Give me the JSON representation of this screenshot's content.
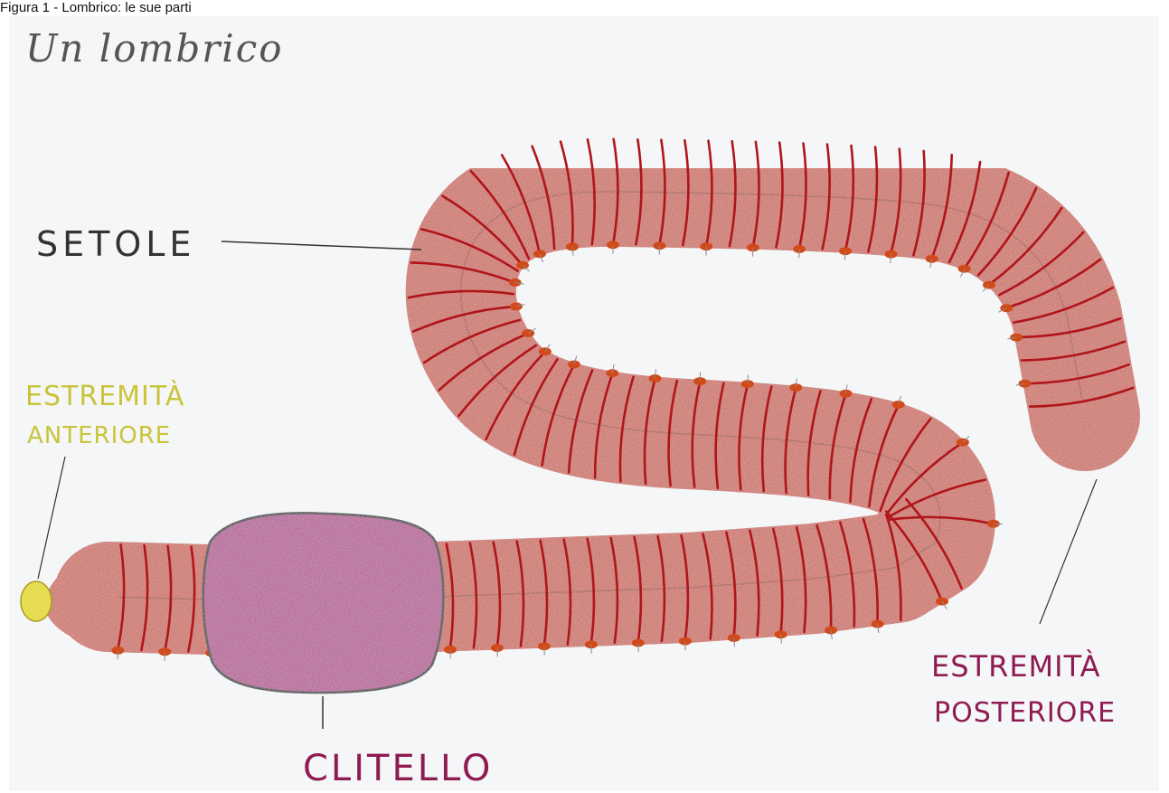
{
  "caption": "Figura 1 - Lombrico: le sue parti",
  "drawing": {
    "title": "Un lombrico",
    "labels": {
      "setole": "SETOLE",
      "anterior_line1": "ESTREMITÀ",
      "anterior_line2": "ANTERIORE",
      "clitello": "CLITELLO",
      "posterior_line1": "ESTREMITÀ",
      "posterior_line2": "POSTERIORE"
    }
  },
  "colors": {
    "paper": "#f5f6f8",
    "worm_body": "#c9665a",
    "segment_lines": "#b0151a",
    "clitellum": "#b0528f",
    "mouth": "#e7dd52",
    "bristle_dots": "#d04a1a",
    "label_dark": "#333333",
    "label_yellow": "#c9c43a",
    "label_magenta": "#8e1b52"
  }
}
